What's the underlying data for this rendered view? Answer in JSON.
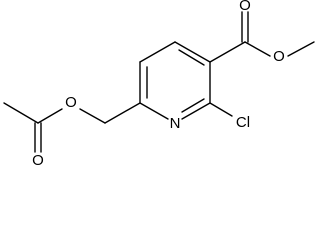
{
  "structure": {
    "atoms": {
      "o_ester_ether": "O",
      "o_ester_carbonyl": "O",
      "o_acetate_ether": "O",
      "o_acetate_carbonyl": "O",
      "n_ring": "N",
      "cl": "Cl"
    }
  }
}
